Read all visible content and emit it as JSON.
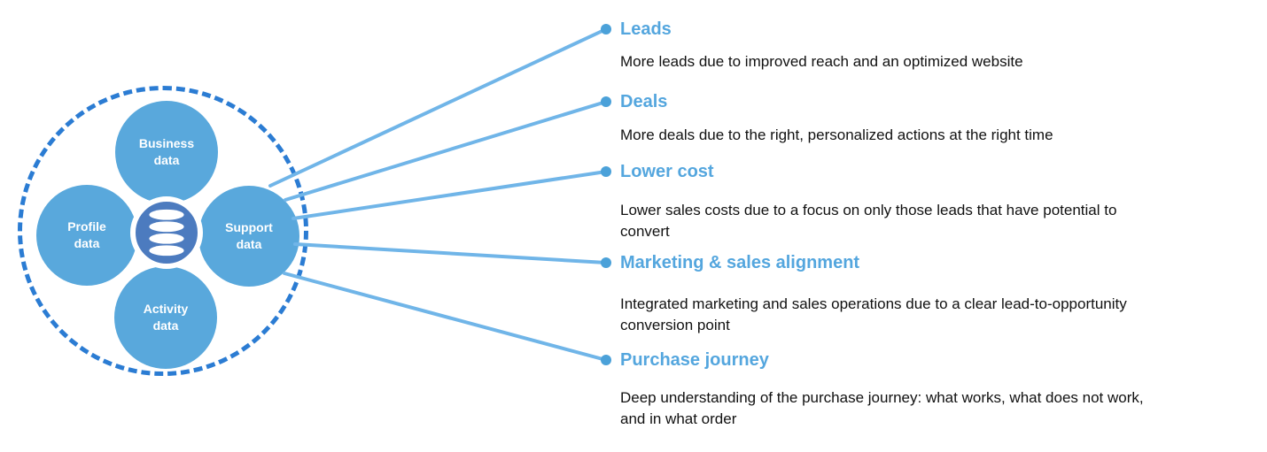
{
  "colors": {
    "petal_blue": "#59a8dc",
    "center_circle_blue": "#4c7bbf",
    "dashed_ring_blue": "#2b7cd3",
    "connector_line_blue": "#70b5e8",
    "bullet_dot_blue": "#4ba1d9",
    "heading_blue": "#54a6de",
    "body_text": "#111111",
    "icon_white": "#ffffff"
  },
  "diagram": {
    "center_icon": "database",
    "petals": [
      {
        "id": "business",
        "label": "Business\ndata"
      },
      {
        "id": "profile",
        "label": "Profile\ndata"
      },
      {
        "id": "support",
        "label": "Support\ndata"
      },
      {
        "id": "activity",
        "label": "Activity\ndata"
      }
    ]
  },
  "benefits": [
    {
      "title": "Leads",
      "description": "More leads due to improved reach and an optimized website"
    },
    {
      "title": "Deals",
      "description": "More deals due to the right, personalized actions at the right time"
    },
    {
      "title": "Lower cost",
      "description": "Lower sales costs due to a focus on only those leads that have potential to\nconvert"
    },
    {
      "title": "Marketing & sales alignment",
      "description": "Integrated marketing and sales operations due to a clear lead-to-opportunity\nconversion point"
    },
    {
      "title": "Purchase journey",
      "description": "Deep understanding of the purchase journey: what works, what does not work,\nand in what order"
    }
  ]
}
